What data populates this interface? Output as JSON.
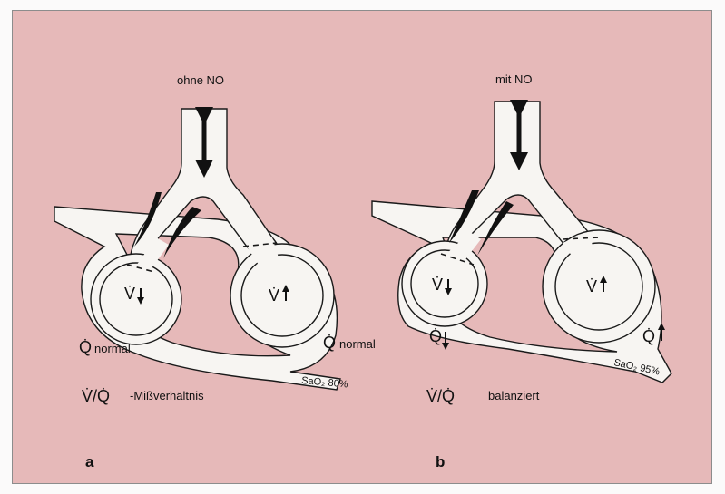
{
  "panel_a": {
    "title": "ohne NO",
    "v_left": "V̇",
    "v_right": "V̇",
    "q_left_symbol": "Q̇",
    "q_left_label": "normal",
    "q_right_symbol": "Q̇",
    "q_right_label": "normal",
    "sao2": "SaO₂ 80%",
    "ratio_symbol": "V̇/Q̇",
    "ratio_label": "-Mißverhältnis",
    "letter": "a"
  },
  "panel_b": {
    "title": "mit NO",
    "v_left": "V̇",
    "v_right": "V̇",
    "q_left_symbol": "Q̇",
    "q_right_symbol": "Q̇",
    "sao2": "SaO₂ 95%",
    "ratio_symbol": "V̇/Q̇",
    "ratio_label": "balanziert",
    "letter": "b"
  },
  "colors": {
    "background": "#e6b9b9",
    "vessel": "#f7f5f2",
    "ink": "#111111"
  }
}
